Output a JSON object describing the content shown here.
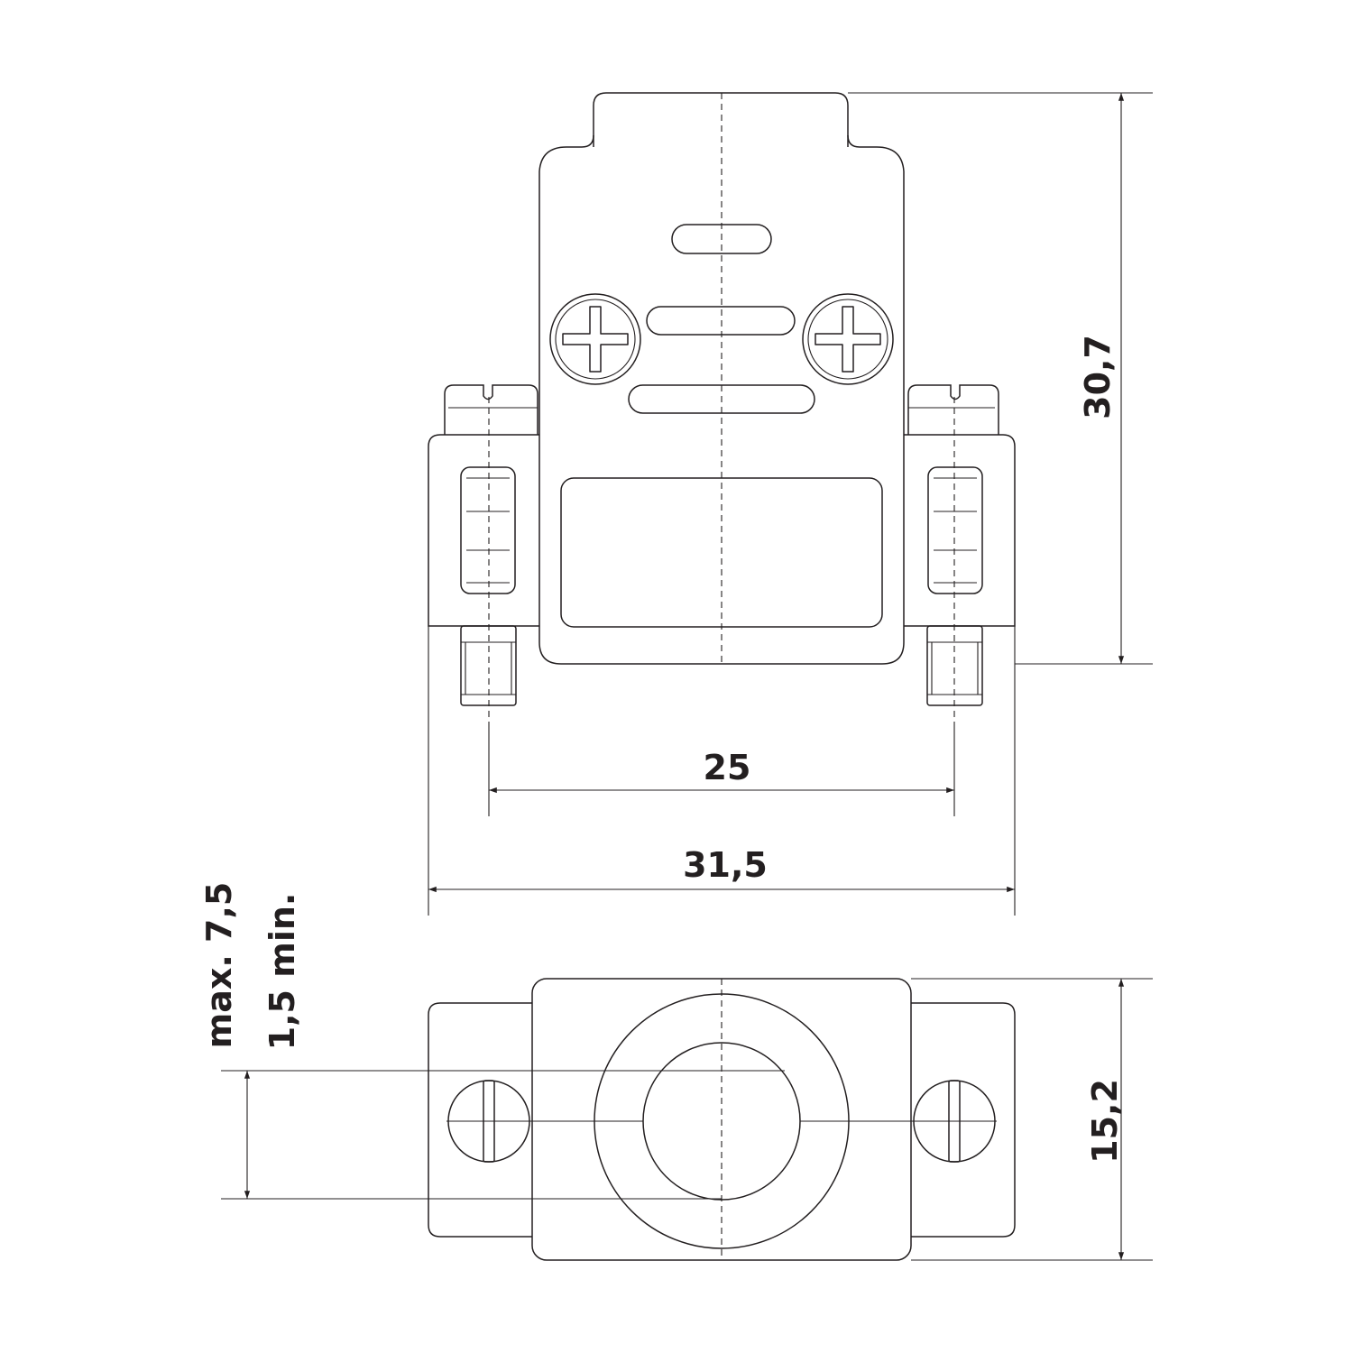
{
  "dimensions": {
    "height_total": "30,7",
    "screw_spacing": "25",
    "width_total": "31,5",
    "depth": "15,2",
    "cable_max": "max. 7,5",
    "cable_min": "1,5 min."
  }
}
